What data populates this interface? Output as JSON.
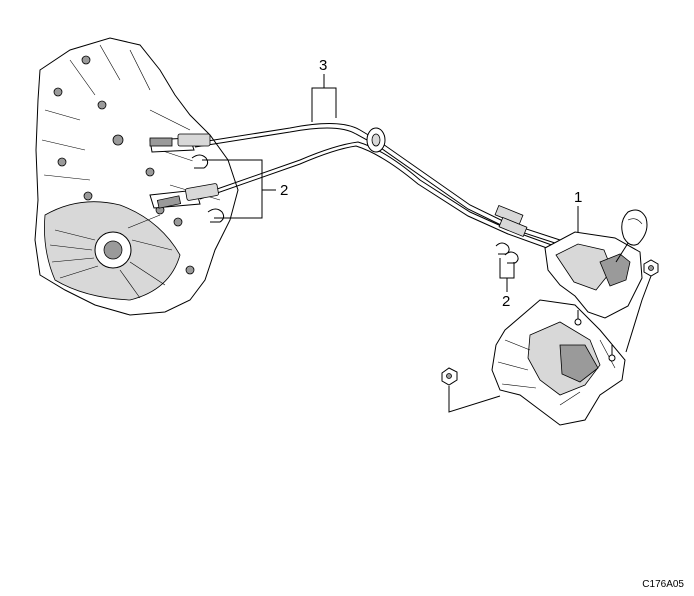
{
  "diagram": {
    "callouts": {
      "cable_assembly": "3",
      "clips_upper": "2",
      "clips_lower": "2",
      "shifter": "1"
    },
    "figure_code": "C176A05"
  }
}
